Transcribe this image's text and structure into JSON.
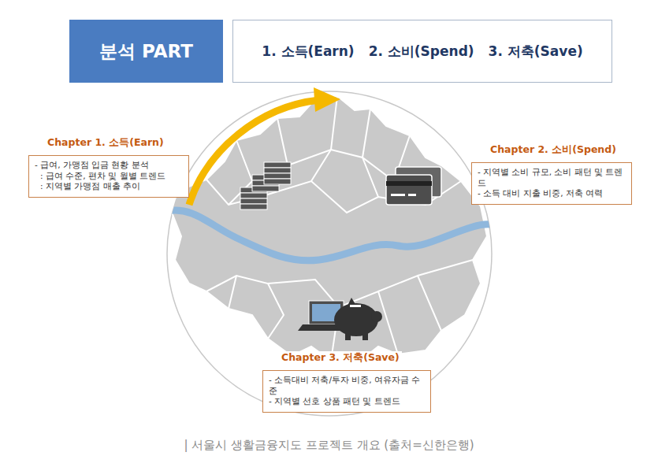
{
  "diagram": {
    "caption": "| 서울시 생활금융지도 프로젝트 개요 (출처=신한은행)",
    "nodes": [
      {
        "text": [
          "분석 PART"
        ]
      },
      {
        "text": [
          "1. 소득(Earn)",
          "2. 소비(Spend)",
          "3. 저축(Save)"
        ]
      },
      {
        "text": [
          "Chapter 1. 소득(Earn)",
          "- 급여, 가맹점 입금 현황 분석",
          ": 급여 수준, 편차 및 월별 트렌드",
          ": 지역별 가맹점 매출 추이"
        ]
      },
      {
        "text": [
          "Chapter 2. 소비(Spend)",
          "- 지역별 소비 규모, 소비 패턴 및 트렌드",
          "- 소득 대비 지출 비중, 저축 여력"
        ]
      },
      {
        "text": [
          "Chapter 3. 저축(Save)",
          "- 소득대비 저축/투자 비중, 여유자금 수준",
          "- 지역별 선호 상품 패턴 및 트렌드"
        ]
      }
    ]
  }
}
